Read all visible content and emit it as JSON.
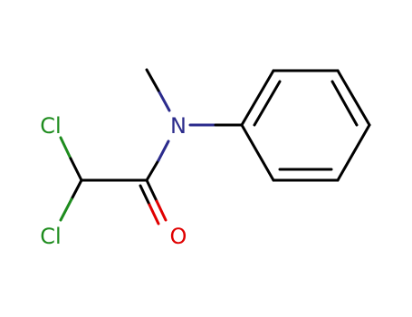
{
  "molecule": {
    "atoms": {
      "cl_top": {
        "symbol": "Cl",
        "color": "#1e8c1e"
      },
      "cl_bottom": {
        "symbol": "Cl",
        "color": "#1e8c1e"
      },
      "nitrogen": {
        "symbol": "N",
        "color": "#2b2b8c"
      },
      "oxygen": {
        "symbol": "O",
        "color": "#e00000"
      }
    },
    "bond_color": "#000000"
  }
}
